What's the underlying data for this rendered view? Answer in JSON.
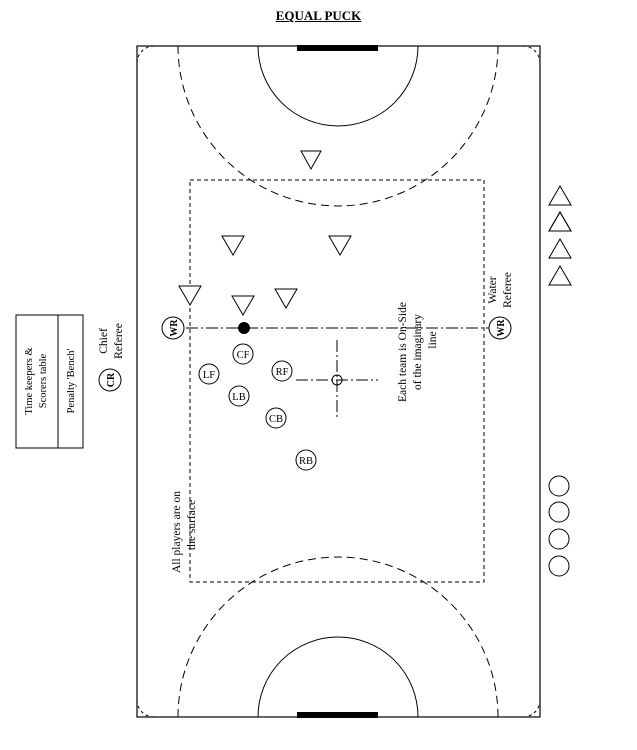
{
  "title": "EQUAL PUCK",
  "rotated_notes": {
    "onside_line1": "Each team is On-Side",
    "onside_line2": "of the imaginary",
    "onside_line3": "line",
    "surface_line1": "All players are on",
    "surface_line2": "the surface"
  },
  "officials": {
    "water_referee_1": "Water",
    "water_referee_2": "Referee",
    "chief_referee_1": "Chief",
    "chief_referee_2": "Referee",
    "wr_badge": "WR",
    "cr_badge": "CR"
  },
  "scorer_table": {
    "line1": "Time keepers &",
    "line2": "Scorers table",
    "penalty": "Penalty 'Bench'"
  },
  "players": {
    "cf": "CF",
    "lf": "LF",
    "rf": "RF",
    "lb": "LB",
    "cb": "CB",
    "rb": "RB"
  },
  "legend_shapes": {
    "triangle": "opposing-player-triangle",
    "circle": "substitute-circle"
  }
}
